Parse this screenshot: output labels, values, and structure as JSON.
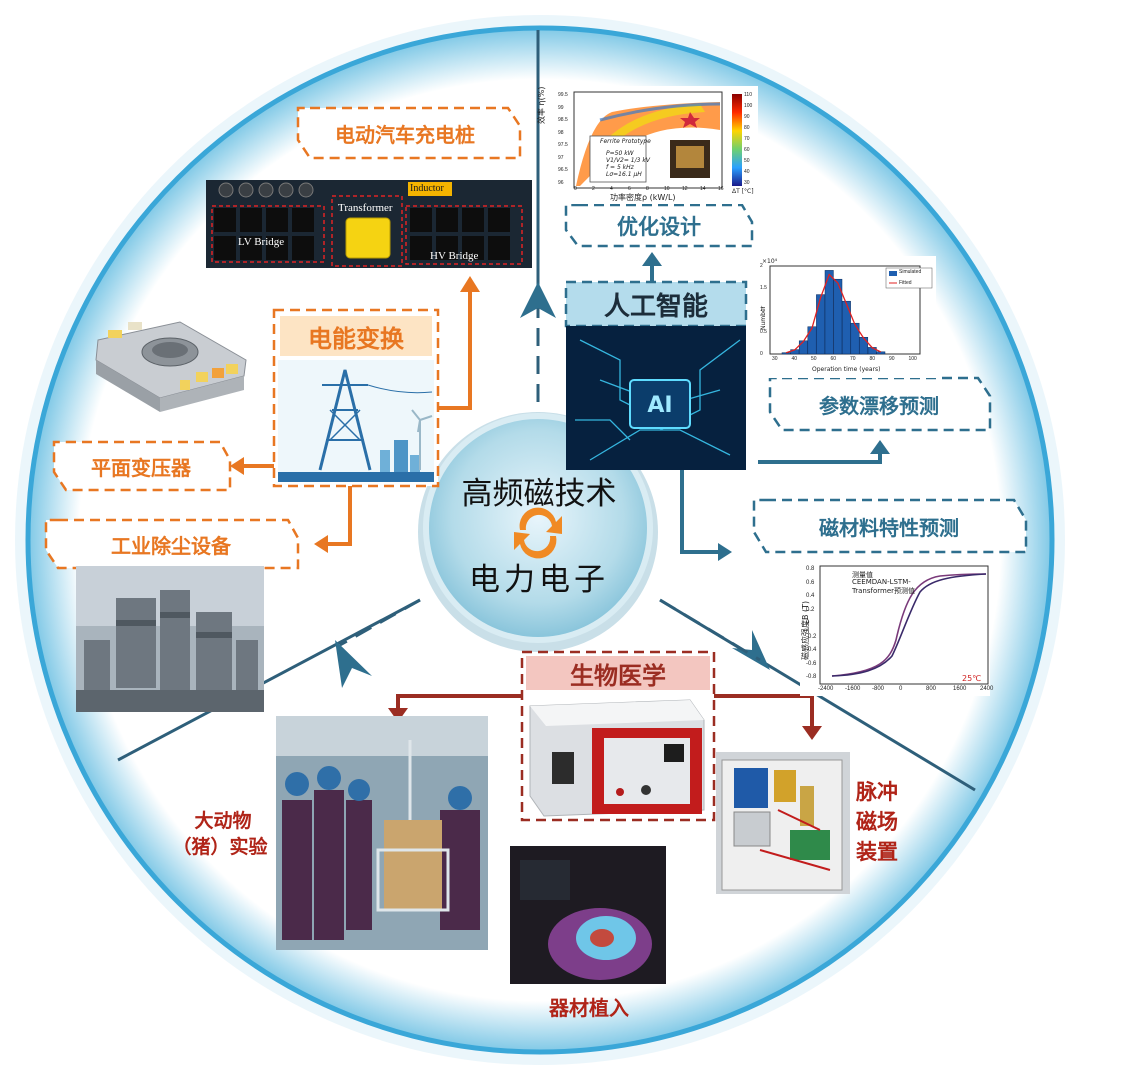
{
  "center": {
    "line1": "高频磁技术",
    "line2": "电力电子"
  },
  "sections": {
    "power": {
      "title": "电能变换",
      "color": "#e87722"
    },
    "ai": {
      "title": "人工智能",
      "color": "#2e6f8e"
    },
    "bio": {
      "title": "生物医学",
      "color": "#9b2d22"
    }
  },
  "power_labels": {
    "ev": "电动汽车充电桩",
    "planar": "平面变压器",
    "dust": "工业除尘设备"
  },
  "ev_board_labels": {
    "lv": "LV Bridge",
    "transformer": "Transformer",
    "inductor": "Inductor",
    "hv": "HV Bridge"
  },
  "ai_labels": {
    "design": "优化设计",
    "drift": "参数漂移预测",
    "material": "磁材料特性预测"
  },
  "bio_labels": {
    "animal_line1": "大动物",
    "animal_line2": "（猪）实验",
    "implant": "器材植入",
    "pulse_1": "脉冲",
    "pulse_2": "磁场",
    "pulse_3": "装置"
  },
  "chart_pareto": {
    "xlabel": "功率密度ρ (kW/L)",
    "ylabel": "效率 η(%)",
    "yticks": [
      "99.5",
      "99",
      "98.5",
      "98",
      "97.5",
      "97",
      "96.5",
      "96"
    ],
    "xticks": [
      "0",
      "2",
      "4",
      "6",
      "8",
      "10",
      "12",
      "14",
      "16"
    ],
    "legend": "Ferrite Prototype",
    "params": [
      "P=50 kW",
      "V1/V2= 1/3 kV",
      "f = 5 kHz",
      "Lσ=16.1 μH"
    ],
    "colorbar_ticks": [
      "110",
      "100",
      "90",
      "80",
      "70",
      "60",
      "50",
      "40",
      "30"
    ],
    "colorbar_label": "ΔT [°C]"
  },
  "chart_hist": {
    "exponent": "×10⁴",
    "ylabel": "Number",
    "xlabel": "Operation time (years)",
    "xticks": [
      "30",
      "40",
      "50",
      "60",
      "70",
      "80",
      "90",
      "100"
    ],
    "yticks": [
      "2",
      "1.5",
      "1",
      "0.5",
      "0"
    ],
    "legend": [
      "Simulated",
      "Fitted"
    ],
    "bars": [
      0.03,
      0.1,
      0.3,
      0.62,
      1.35,
      1.9,
      1.7,
      1.2,
      0.7,
      0.38,
      0.15,
      0.05
    ],
    "colors": {
      "bar": "#1f5fb0",
      "fit": "#e02020"
    }
  },
  "chart_bh": {
    "ylabel": "磁感应强度B (T)",
    "legend": [
      "测量值",
      "CEEMDAN-LSTM-Transformer预测值"
    ],
    "temp": "25℃",
    "yticks": [
      "0.8",
      "0.6",
      "0.4",
      "0.2",
      "0",
      "-0.2",
      "-0.4",
      "-0.6",
      "-0.8"
    ],
    "xticks": [
      "-2400",
      "-1600",
      "-800",
      "0",
      "800",
      "1600",
      "2400"
    ]
  }
}
